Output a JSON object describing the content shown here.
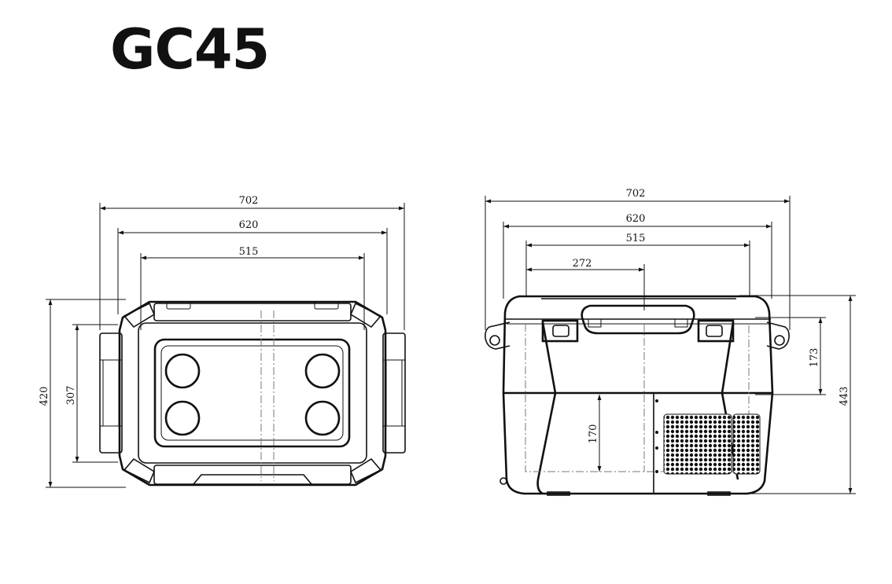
{
  "title": "GC45",
  "top_view": {
    "dims": {
      "w702": "702",
      "w620": "620",
      "w515": "515",
      "h420": "420",
      "h307": "307"
    }
  },
  "front_view": {
    "dims": {
      "w702": "702",
      "w620": "620",
      "w515": "515",
      "w272": "272",
      "h173": "173",
      "h443": "443",
      "h170": "170"
    }
  },
  "colors": {
    "line": "#111111",
    "background": "#ffffff"
  }
}
